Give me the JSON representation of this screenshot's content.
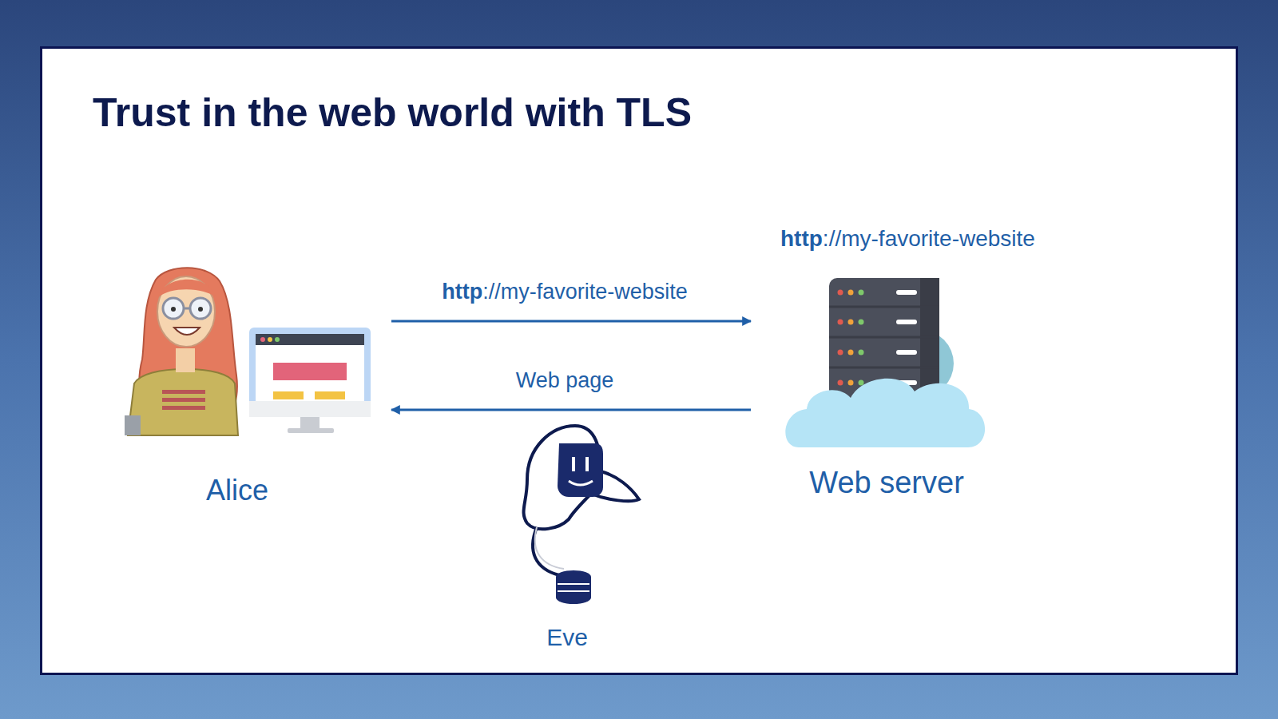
{
  "diagram": {
    "title": "Trust in the web world with TLS",
    "nodes": [
      {
        "text": [
          "Alice"
        ]
      },
      {
        "text": [
          "http://my-favorite-website",
          "Web server"
        ]
      },
      {
        "text": [
          "Eve"
        ]
      }
    ],
    "edges": [
      {
        "from": 0,
        "to": 1,
        "label": "http://my-favorite-website",
        "arrow": "to"
      },
      {
        "from": 1,
        "to": 0,
        "label": "Web page",
        "arrow": "to"
      }
    ]
  }
}
